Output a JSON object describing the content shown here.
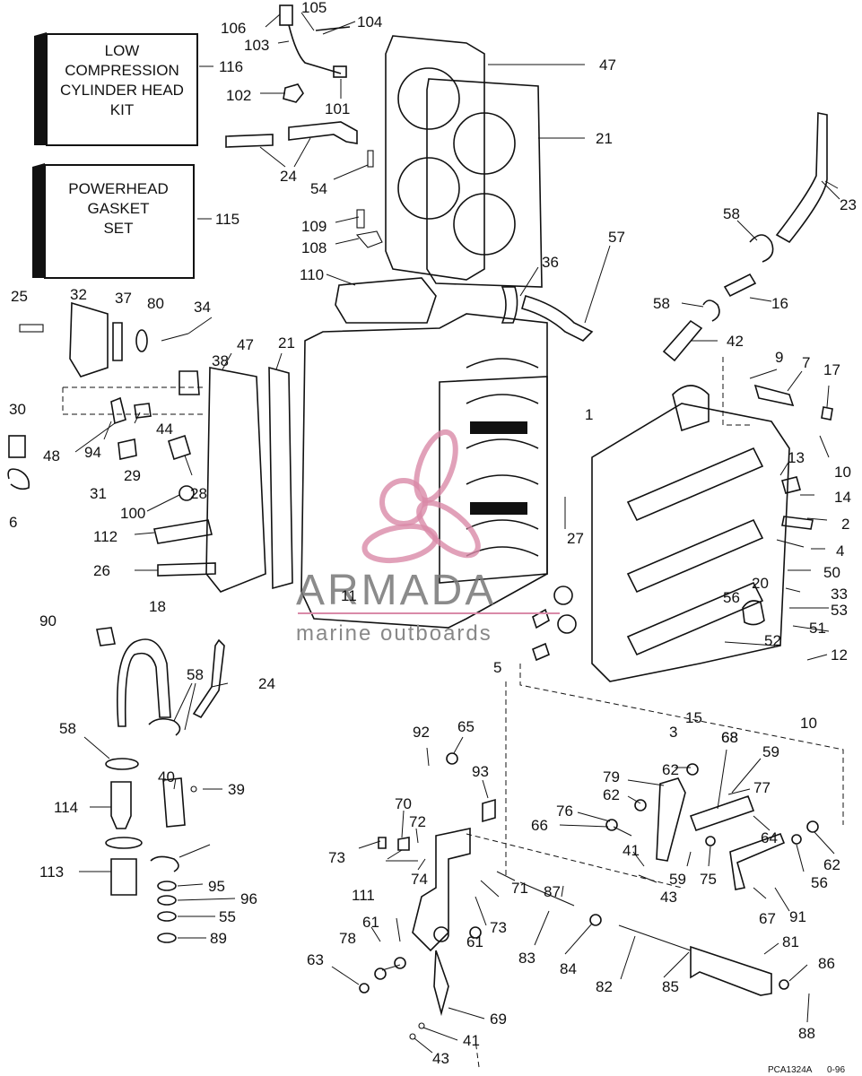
{
  "kits": {
    "low_compression": [
      "LOW",
      "COMPRESSION",
      "CYLINDER HEAD",
      "KIT"
    ],
    "low_compression_number": "116",
    "gasket_set": [
      "POWERHEAD",
      "GASKET",
      "SET"
    ],
    "gasket_set_number": "115"
  },
  "watermark": {
    "brand": "ARMADA",
    "tagline": "marine outboards",
    "brand_color": "#d98aa8"
  },
  "footer": {
    "code": "PCA1324A",
    "date": "0-96"
  },
  "callouts": [
    "106",
    "105",
    "104",
    "103",
    "102",
    "101",
    "47",
    "21",
    "24",
    "54",
    "23",
    "109",
    "108",
    "58",
    "57",
    "36",
    "110",
    "16",
    "58",
    "42",
    "25",
    "32",
    "37",
    "80",
    "34",
    "38",
    "47",
    "21",
    "9",
    "7",
    "17",
    "30",
    "48",
    "94",
    "44",
    "31",
    "29",
    "28",
    "1",
    "10",
    "13",
    "14",
    "6",
    "100",
    "112",
    "27",
    "2",
    "4",
    "26",
    "11",
    "50",
    "20",
    "33",
    "56",
    "53",
    "51",
    "90",
    "18",
    "5",
    "52",
    "12",
    "58",
    "24",
    "15",
    "10",
    "3",
    "92",
    "65",
    "68",
    "59",
    "62",
    "58",
    "93",
    "79",
    "77",
    "62",
    "40",
    "39",
    "114",
    "70",
    "76",
    "72",
    "66",
    "64",
    "68",
    "73",
    "41",
    "75",
    "59",
    "62",
    "56",
    "113",
    "111",
    "74",
    "43",
    "95",
    "96",
    "87",
    "71",
    "55",
    "73",
    "67",
    "91",
    "89",
    "61",
    "61",
    "83",
    "84",
    "81",
    "78",
    "82",
    "85",
    "86",
    "63",
    "69",
    "41",
    "88",
    "43"
  ]
}
